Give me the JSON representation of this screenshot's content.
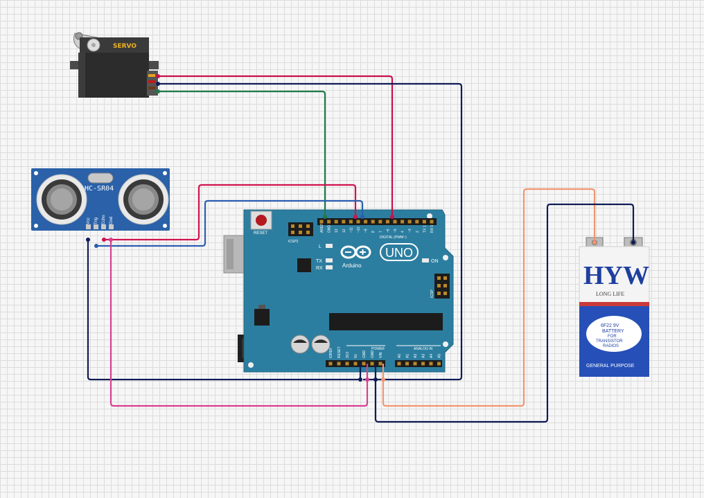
{
  "servo": {
    "label": "SERVO"
  },
  "sensor": {
    "label": "HC-SR04",
    "pins": [
      "Vcc",
      "Trig",
      "Echo",
      "Gnd"
    ]
  },
  "arduino": {
    "brand": "Arduino",
    "model": "UNO",
    "reset_label": "RESET",
    "icsp2_label": "ICSP2",
    "icsp_label": "ICSP",
    "led_labels": [
      "L",
      "TX",
      "RX"
    ],
    "on_label": "ON",
    "digital_label": "DIGITAL (PWM~)",
    "power_label": "POWER",
    "analog_label": "ANALOG IN",
    "top_pins": [
      "AREF",
      "GND",
      "13",
      "12",
      "~11",
      "~10",
      "~9",
      "8",
      "7",
      "~6",
      "~5",
      "4",
      "~3",
      "2",
      "TX 1",
      "RX 0"
    ],
    "power_pins": [
      "IOREF",
      "RESET",
      "3V3",
      "5V",
      "GND",
      "GND",
      "VIN"
    ],
    "analog_pins": [
      "A0",
      "A1",
      "A2",
      "A3",
      "A4",
      "A5"
    ]
  },
  "battery": {
    "brand": "HYW",
    "tagline": "LONG LIFE",
    "spec_line1": "6F22 9V",
    "spec_line2": "BATTERY",
    "spec_line3": "FOR",
    "spec_line4": "TRANSISTOR",
    "spec_line5": "RADIOS",
    "footer": "GENERAL PURPOSE"
  },
  "colors": {
    "wire_red": "#c8104a",
    "wire_pink": "#d63f8f",
    "wire_navy": "#0f1b55",
    "wire_blue": "#2a5db0",
    "wire_green": "#1f7a4a",
    "wire_salmon": "#f2956f",
    "board": "#2c7ea0",
    "sensor_board": "#2a61a8"
  }
}
